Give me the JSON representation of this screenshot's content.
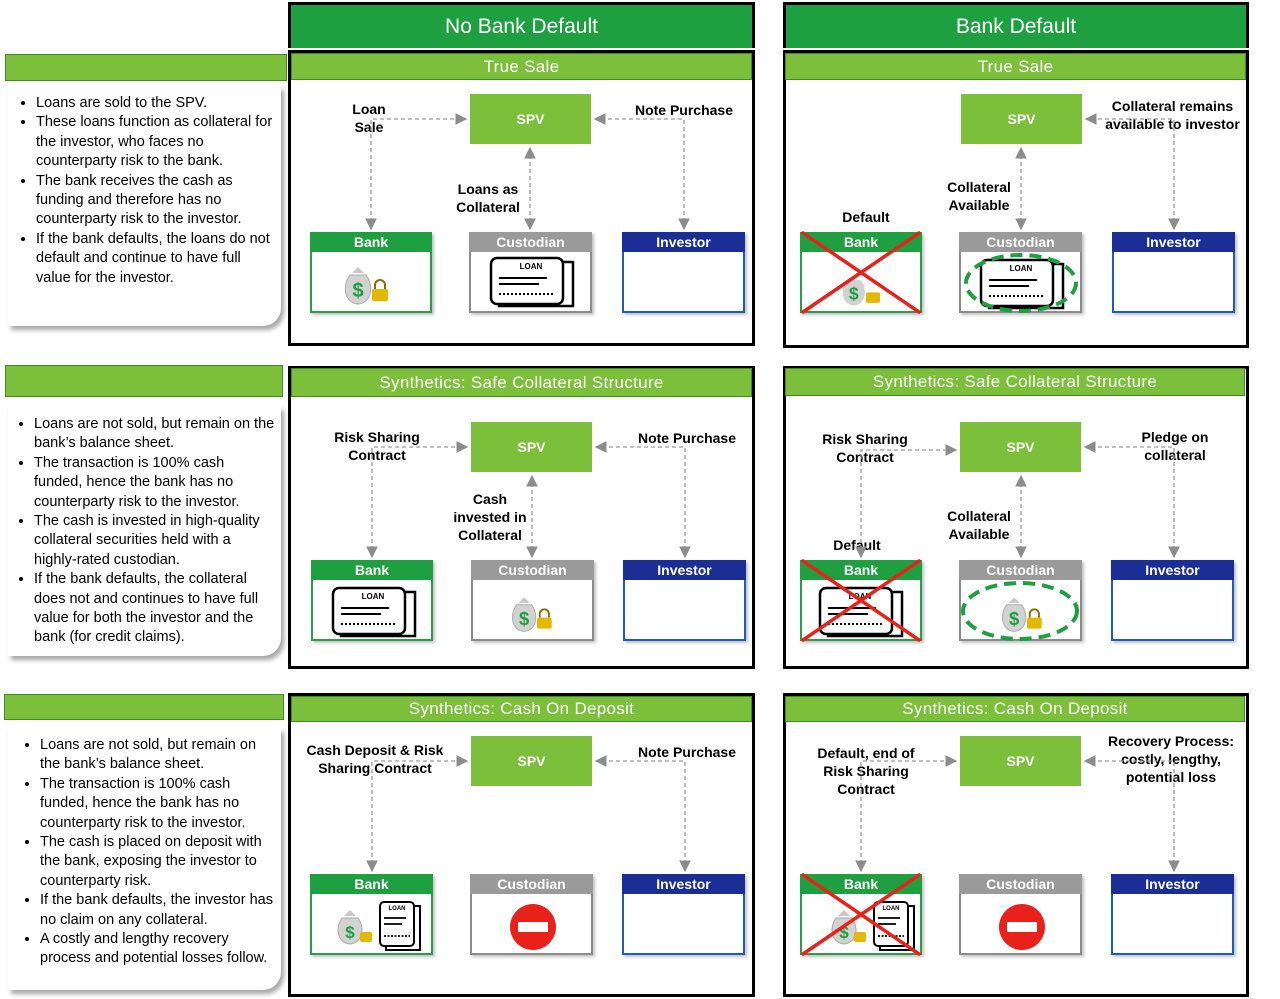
{
  "columns": {
    "no_default": "No Bank Default",
    "default": "Bank Default"
  },
  "nodes": {
    "spv": "SPV",
    "bank": "Bank",
    "custodian": "Custodian",
    "investor": "Investor"
  },
  "rows": [
    {
      "title": "True Sale",
      "bullets": [
        "Loans are sold to the SPV.",
        "These loans function as collateral for the investor, who faces no counterparty risk to the bank.",
        "The bank receives the cash as funding and therefore has no counterparty risk to the investor.",
        "If the bank defaults, the loans do not default and continue to have full value for the investor."
      ],
      "left": {
        "bank_spv": "Loan Sale",
        "investor_spv": "Note Purchase",
        "custodian_spv": "Loans as Collateral"
      },
      "right": {
        "bank_spv": "",
        "investor_spv": "Collateral remains available to investor",
        "custodian_spv": "Collateral Available",
        "default": "Default"
      }
    },
    {
      "title": "Synthetics: Safe Collateral Structure",
      "bullets": [
        "Loans are not sold, but remain on the bank’s balance sheet.",
        "The transaction is 100% cash funded, hence the bank has no counterparty risk to the investor.",
        "The cash is invested in high-quality collateral securities held with a highly-rated custodian.",
        "If the bank defaults, the collateral does not and continues to have full value for both the investor and the bank (for credit claims)."
      ],
      "left": {
        "bank_spv": "Risk Sharing Contract",
        "investor_spv": "Note Purchase",
        "custodian_spv": "Cash invested in Collateral"
      },
      "right": {
        "bank_spv": "Risk Sharing Contract",
        "investor_spv": "Pledge on collateral",
        "custodian_spv": "Collateral Available",
        "default": "Default"
      }
    },
    {
      "title": "Synthetics: Cash On Deposit",
      "bullets": [
        "Loans are not sold, but remain on the bank’s balance sheet.",
        "The transaction is 100% cash funded, hence the bank has no counterparty risk to the investor.",
        "The cash is placed on deposit with the bank, exposing the investor to counterparty risk.",
        "If the bank defaults, the investor has no claim on any collateral.",
        "A costly and lengthy recovery process and potential losses follow."
      ],
      "left": {
        "bank_spv": "Cash Deposit & Risk Sharing Contract",
        "investor_spv": "Note Purchase",
        "custodian_spv": ""
      },
      "right": {
        "bank_spv": "Default, end of Risk Sharing Contract",
        "investor_spv": "Recovery Process: costly, lengthy, potential loss",
        "custodian_spv": "",
        "default": ""
      }
    }
  ],
  "icons": {
    "loan_doc_text": "LOAN",
    "money_bag_symbol": "$"
  },
  "colors": {
    "dark_green": "#1ea040",
    "light_green": "#7bbf3a",
    "investor_blue": "#1a2e95",
    "custodian_gray": "#9a9a9a",
    "cross_red": "#e8221b",
    "dash_green": "#1ea040"
  }
}
